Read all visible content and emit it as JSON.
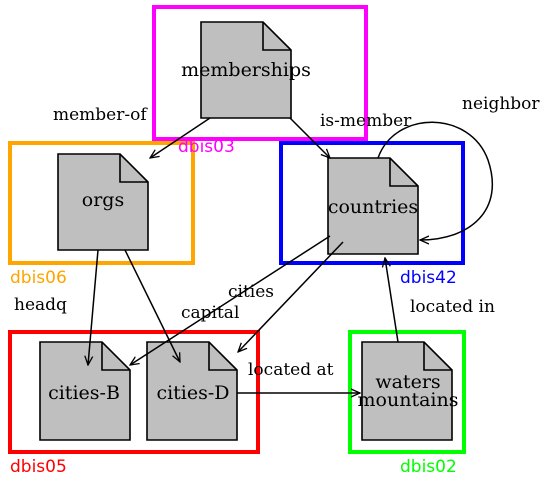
{
  "colors": {
    "dbis03": "#ff00ff",
    "dbis06": "#ffa500",
    "dbis42": "#0000ff",
    "dbis05": "#ff0000",
    "dbis02": "#00ff00",
    "doc_fill": "#bfbfbf",
    "stroke": "#000000"
  },
  "servers": {
    "dbis03": "dbis03",
    "dbis06": "dbis06",
    "dbis42": "dbis42",
    "dbis05": "dbis05",
    "dbis02": "dbis02"
  },
  "documents": {
    "memberships": "memberships",
    "orgs": "orgs",
    "countries": "countries",
    "cities_b": "cities-B",
    "cities_d": "cities-D",
    "waters": "waters",
    "mountains": "mountains"
  },
  "edges": {
    "member_of": "member-of",
    "is_member": "is-member",
    "neighbor": "neighbor",
    "headq": "headq",
    "cities": "cities",
    "capital": "capital",
    "located_in": "located in",
    "located_at": "located at"
  }
}
